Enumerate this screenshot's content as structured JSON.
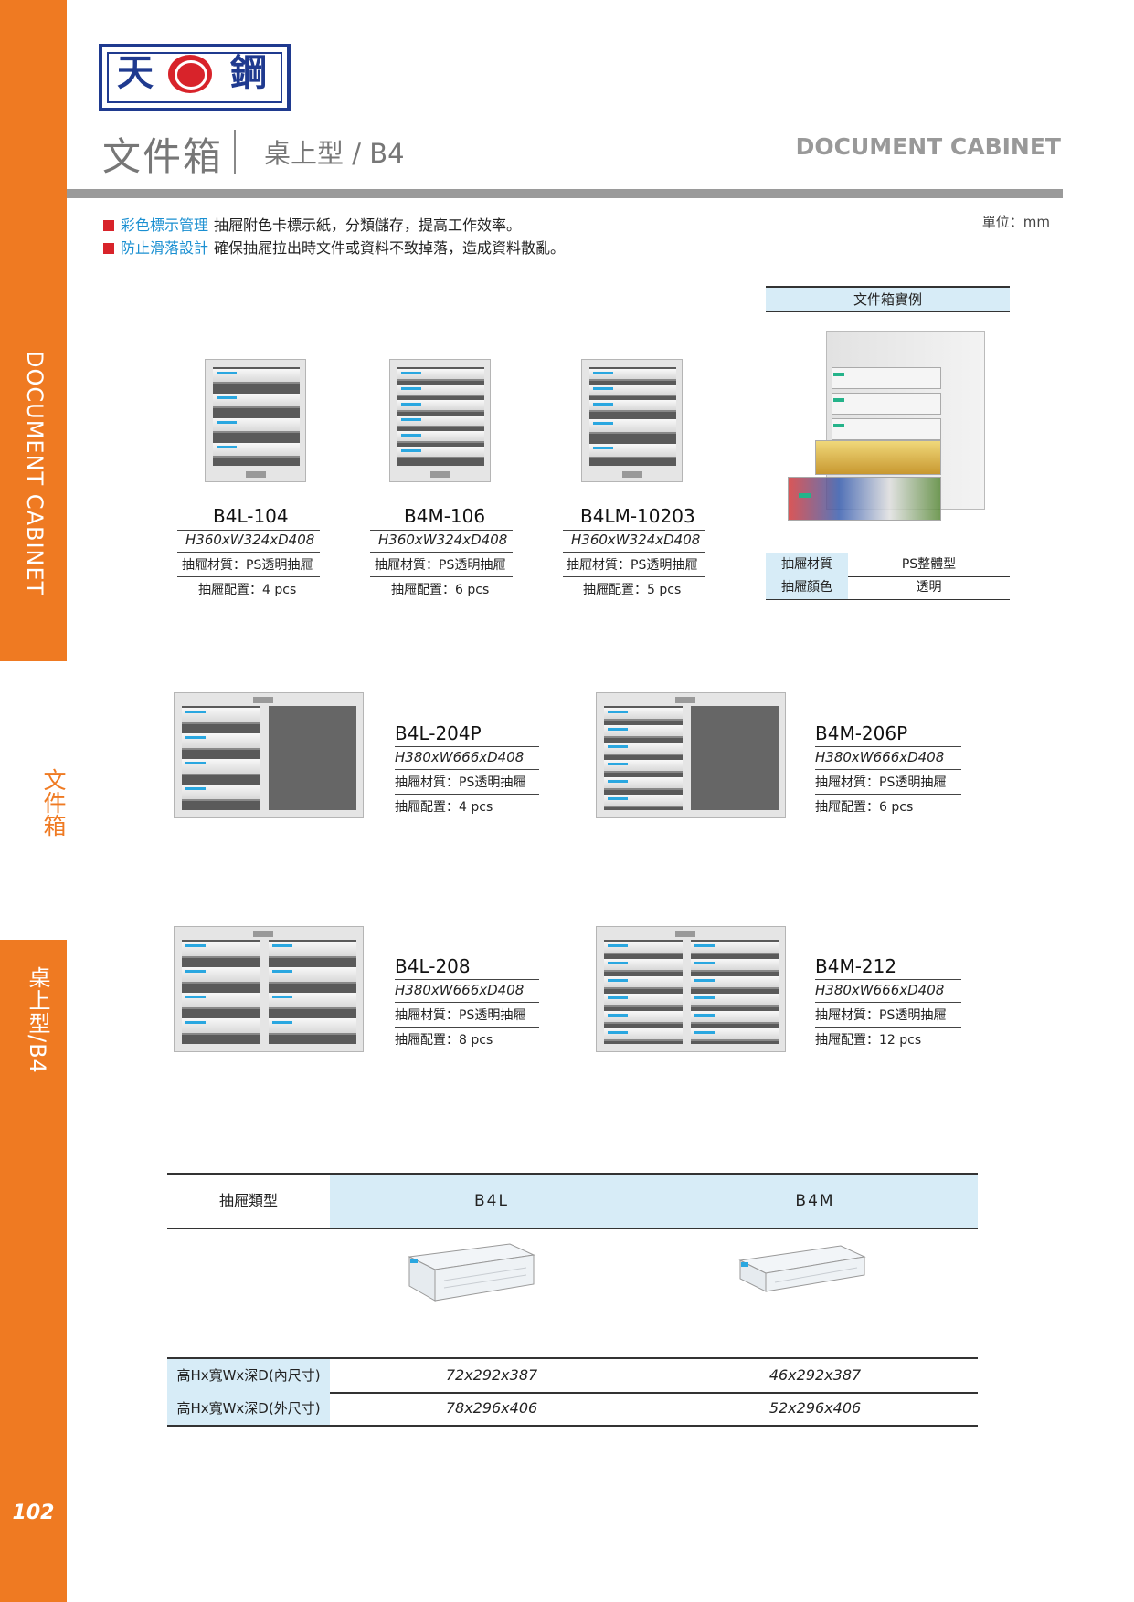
{
  "sidebar": {
    "label_en": "DOCUMENT CABINET",
    "label_category": "文件箱",
    "label_type": "桌上型/B4",
    "page_number": "102"
  },
  "header": {
    "logo_left": "天",
    "logo_right": "鋼",
    "title": "文件箱",
    "subtitle": "桌上型 / B4",
    "title_en": "DOCUMENT CABINET",
    "colors": {
      "accent": "#ef7a22",
      "rule": "#9a9a9a",
      "table_fill": "#d7ecf7",
      "feature": "#1a8fd1"
    }
  },
  "features": [
    {
      "name": "彩色標示管理",
      "text": "抽屜附色卡標示紙，分類儲存，提高工作效率。"
    },
    {
      "name": "防止滑落設計",
      "text": "確保抽屜拉出時文件或資料不致掉落，造成資料散亂。"
    }
  ],
  "unit": "單位：mm",
  "products": [
    {
      "model": "B4L-104",
      "dims": "H360xW324xD408",
      "material": "抽屜材質：PS透明抽屜",
      "config": "抽屜配置：4 pcs"
    },
    {
      "model": "B4M-106",
      "dims": "H360xW324xD408",
      "material": "抽屜材質：PS透明抽屜",
      "config": "抽屜配置：6 pcs"
    },
    {
      "model": "B4LM-10203",
      "dims": "H360xW324xD408",
      "material": "抽屜材質：PS透明抽屜",
      "config": "抽屜配置：5 pcs"
    },
    {
      "model": "B4L-204P",
      "dims": "H380xW666xD408",
      "material": "抽屜材質：PS透明抽屜",
      "config": "抽屜配置：4 pcs"
    },
    {
      "model": "B4M-206P",
      "dims": "H380xW666xD408",
      "material": "抽屜材質：PS透明抽屜",
      "config": "抽屜配置：6 pcs"
    },
    {
      "model": "B4L-208",
      "dims": "H380xW666xD408",
      "material": "抽屜材質：PS透明抽屜",
      "config": "抽屜配置：8 pcs"
    },
    {
      "model": "B4M-212",
      "dims": "H380xW666xD408",
      "material": "抽屜材質：PS透明抽屜",
      "config": "抽屜配置：12 pcs"
    }
  ],
  "sample": {
    "title": "文件箱實例",
    "rows": [
      {
        "key": "抽屜材質",
        "value": "PS整體型"
      },
      {
        "key": "抽屜顏色",
        "value": "透明"
      }
    ]
  },
  "drawer_table": {
    "header_label": "抽屜類型",
    "columns": [
      "B4L",
      "B4M"
    ],
    "rows": [
      {
        "label": "高Hx寬Wx深D(內尺寸)",
        "values": [
          "72x292x387",
          "46x292x387"
        ]
      },
      {
        "label": "高Hx寬Wx深D(外尺寸)",
        "values": [
          "78x296x406",
          "52x296x406"
        ]
      }
    ]
  }
}
